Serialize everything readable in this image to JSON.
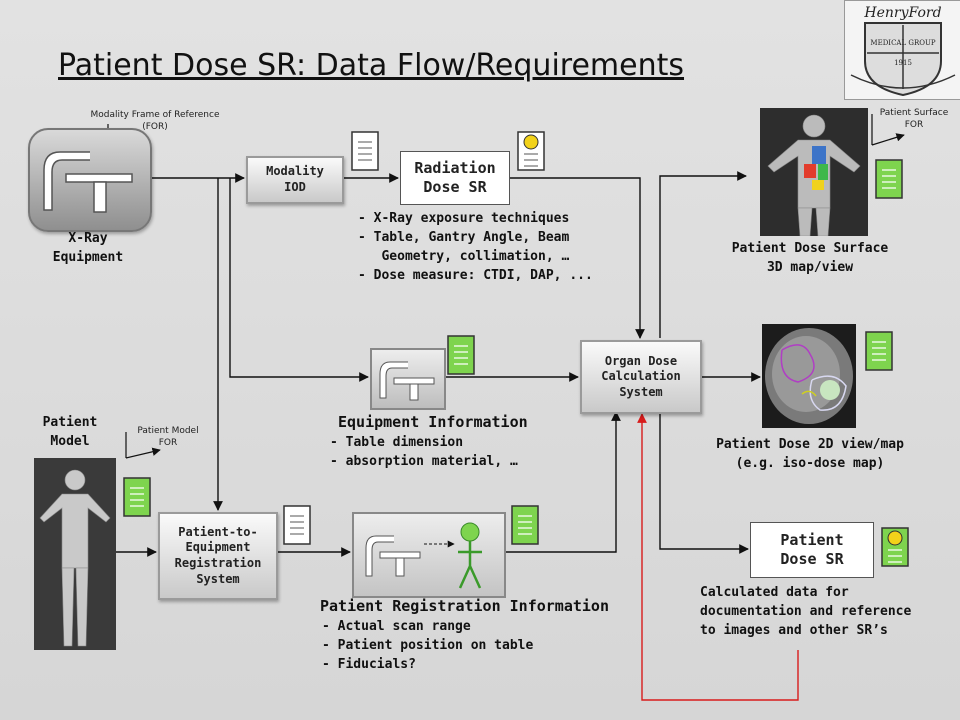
{
  "title": "Patient Dose SR: Data Flow/Requirements",
  "equipment": {
    "label_line1": "X-Ray",
    "label_line2": "Equipment",
    "for_line1": "Modality Frame of Reference",
    "for_line2": "(FOR)"
  },
  "modality_iod": {
    "line1": "Modality",
    "line2": "IOD"
  },
  "radiation_sr": {
    "line1": "Radiation",
    "line2": "Dose SR",
    "details": [
      "- X-Ray exposure techniques",
      "- Table, Gantry Angle, Beam",
      "   Geometry, collimation, …",
      "- Dose measure: CTDI, DAP, ..."
    ]
  },
  "equipment_info": {
    "heading": "Equipment Information",
    "items": [
      "-  Table dimension",
      "-  absorption material, …"
    ]
  },
  "organ_dose": {
    "line1": "Organ Dose",
    "line2": "Calculation",
    "line3": "System"
  },
  "patient_model": {
    "label_line1": "Patient",
    "label_line2": "Model",
    "for_line1": "Patient Model",
    "for_line2": "FOR"
  },
  "registration_system": {
    "line1": "Patient-to-",
    "line2": "Equipment",
    "line3": "Registration",
    "line4": "System"
  },
  "registration_info": {
    "heading": "Patient Registration Information",
    "items": [
      "-  Actual scan range",
      "-  Patient position on table",
      "-  Fiducials?"
    ]
  },
  "surface_map": {
    "line1": "Patient Dose Surface",
    "line2": "3D map/view",
    "for_line1": "Patient Surface",
    "for_line2": "FOR"
  },
  "view_2d": {
    "line1": "Patient Dose 2D view/map",
    "line2": "(e.g. iso-dose map)"
  },
  "patient_sr": {
    "line1": "Patient",
    "line2": "Dose SR",
    "details": [
      "Calculated data for",
      "documentation and reference",
      "to images and other SR’s"
    ]
  },
  "logo": {
    "line1": "HenryFord",
    "line2": "MEDICAL GROUP",
    "year": "1915"
  },
  "colors": {
    "doc_green": "#7ed44e",
    "doc_white": "#ffffff",
    "radiation_yellow": "#f2d21a",
    "feedback_arrow": "#d81c1c",
    "title": "#111111"
  },
  "icons": [
    "xray-equipment-icon",
    "document-icon",
    "radiation-document-icon",
    "figure-icon",
    "logo-icon"
  ]
}
